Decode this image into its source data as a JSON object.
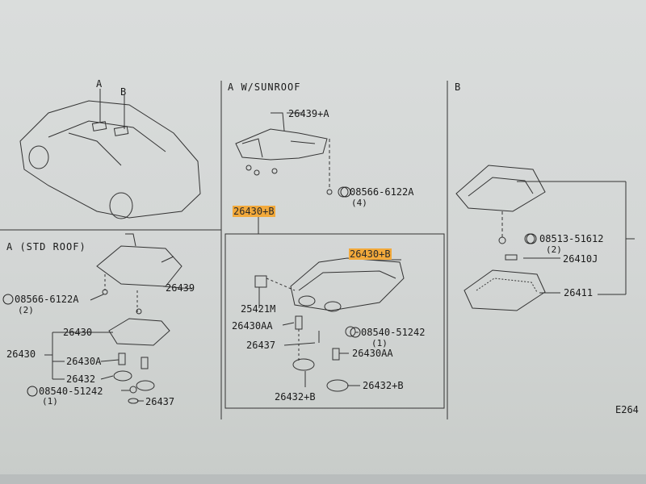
{
  "sections": {
    "a_sunroof": "A  W/SUNROOF",
    "b": "B",
    "a_std": "A  (STD ROOF)",
    "marker_a": "A",
    "marker_b": "B"
  },
  "labels": {
    "p26439A": "26439+A",
    "p08566A": "08566-6122A",
    "q08566A": "(4)",
    "p26430B_top": "26430+B",
    "p26430B_box": "26430+B",
    "p25421M": "25421M",
    "p26430AA_l": "26430AA",
    "p26437_m": "26437",
    "p08540_m": "08540-51242",
    "q08540_m": "(1)",
    "p26430AA_r": "26430AA",
    "p26432B_r": "26432+B",
    "p26432B_b": "26432+B",
    "p08513": "08513-51612",
    "q08513": "(2)",
    "p26410J": "26410J",
    "p26411": "26411",
    "p26439": "26439",
    "p08566A_std": "08566-6122A",
    "q08566A_std": "(2)",
    "p26430_group": "26430",
    "p26430": "26430",
    "p26430A": "26430A",
    "p26432": "26432",
    "p08540_std": "08540-51242",
    "q08540_std": "(1)",
    "p26437_std": "26437",
    "fig_code": "E264"
  },
  "colors": {
    "highlight": "#f2a93b",
    "ink": "#1a1a1a",
    "paper": "#d7dad9"
  }
}
